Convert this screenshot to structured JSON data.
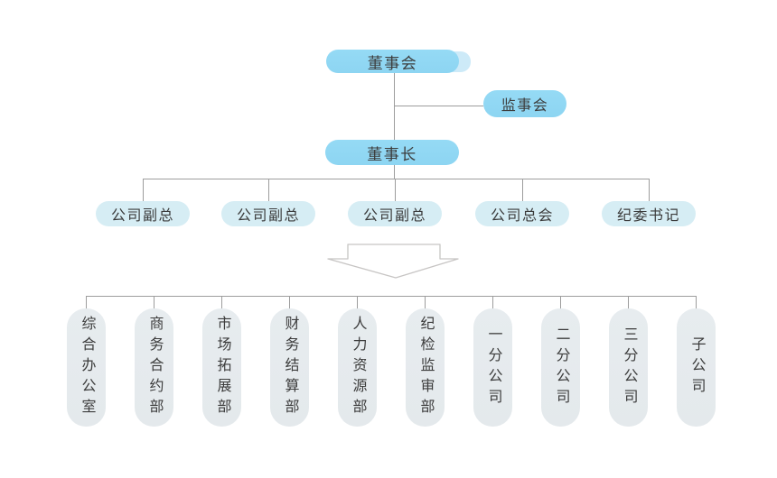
{
  "colors": {
    "node_blue": "#8dd5f2",
    "node_pale_blue": "#d6edf4",
    "node_gray": "#e4e9ec",
    "connector": "#9d9d9d",
    "arrow_border": "#c7c5c4",
    "text": "#3c3c3c",
    "background": "#ffffff"
  },
  "org": {
    "board": "董事会",
    "supervisory": "监事会",
    "chairman": "董事长",
    "executives": [
      "公司副总",
      "公司副总",
      "公司副总",
      "公司总会",
      "纪委书记"
    ],
    "departments": [
      "综合办公室",
      "商务合约部",
      "市场拓展部",
      "财务结算部",
      "人力资源部",
      "纪检监审部",
      "一分公司",
      "二分公司",
      "三分公司",
      "子公司"
    ]
  }
}
